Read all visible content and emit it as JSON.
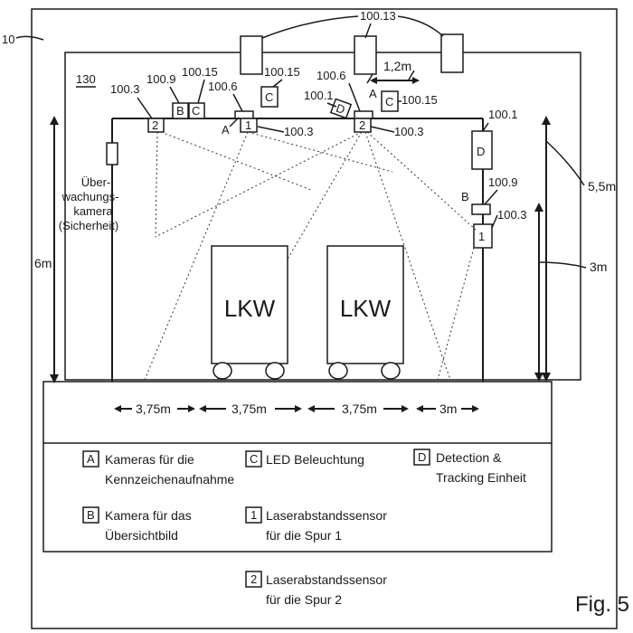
{
  "figure_label": "Fig. 5",
  "refs": {
    "r10": "10",
    "r130": "130",
    "r100_13": "100.13",
    "r100_1a": "100.1",
    "r100_1b": "100.1",
    "r100_3a": "100.3",
    "r100_3b": "100.3",
    "r100_3c": "100.3",
    "r100_3d": "100.3",
    "r100_6a": "100.6",
    "r100_6b": "100.6",
    "r100_9a": "100.9",
    "r100_9b": "100.9",
    "r100_15a": "100.15",
    "r100_15b": "100.15",
    "r100_15c": "100.15"
  },
  "device_letters": {
    "A": "A",
    "B": "B",
    "C": "C",
    "D": "D",
    "one": "1",
    "two": "2"
  },
  "side_camera_label": [
    "Über-",
    "wachungs-",
    "kamera",
    "(Sicherheit)"
  ],
  "trucks": [
    "LKW",
    "LKW"
  ],
  "dimensions": {
    "spacing": "1,2m",
    "height_6m": "6m",
    "height_5_5m": "5,5m",
    "height_3m": "3m",
    "lane1": "3,75m",
    "lane2": "3,75m",
    "lane3": "3,75m",
    "lane4": "3m"
  },
  "legend": [
    {
      "key": "A",
      "lines": [
        "Kameras für die",
        "Kennzeichenaufnahme"
      ]
    },
    {
      "key": "B",
      "lines": [
        "Kamera für das",
        "Übersichtbild"
      ]
    },
    {
      "key": "C",
      "lines": [
        "LED Beleuchtung"
      ]
    },
    {
      "key": "1",
      "lines": [
        "Laserabstandssensor",
        "für die Spur 1"
      ]
    },
    {
      "key": "2",
      "lines": [
        "Laserabstandssensor",
        "für die Spur 2"
      ]
    },
    {
      "key": "D",
      "lines": [
        "Detection &",
        "Tracking Einheit"
      ]
    }
  ]
}
